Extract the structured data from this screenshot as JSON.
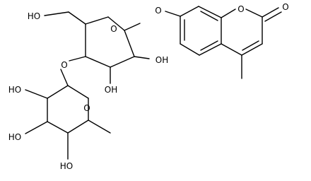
{
  "molecule": {
    "atoms": {
      "ring_oxygen_top": "O",
      "glycosidic_oxygen_top": "O",
      "coumarin_ring_oxygen": "O",
      "carbonyl_oxygen": "O",
      "glycosidic_oxygen_mid": "O",
      "fucose_ring_oxygen": "O",
      "hydroxymethyl": "HO",
      "hydroxyl_c2": "OH",
      "hydroxyl_c3": "OH",
      "fucose_hydroxyl_a": "HO",
      "fucose_hydroxyl_b": "HO",
      "fucose_hydroxyl_c": "HO"
    }
  }
}
